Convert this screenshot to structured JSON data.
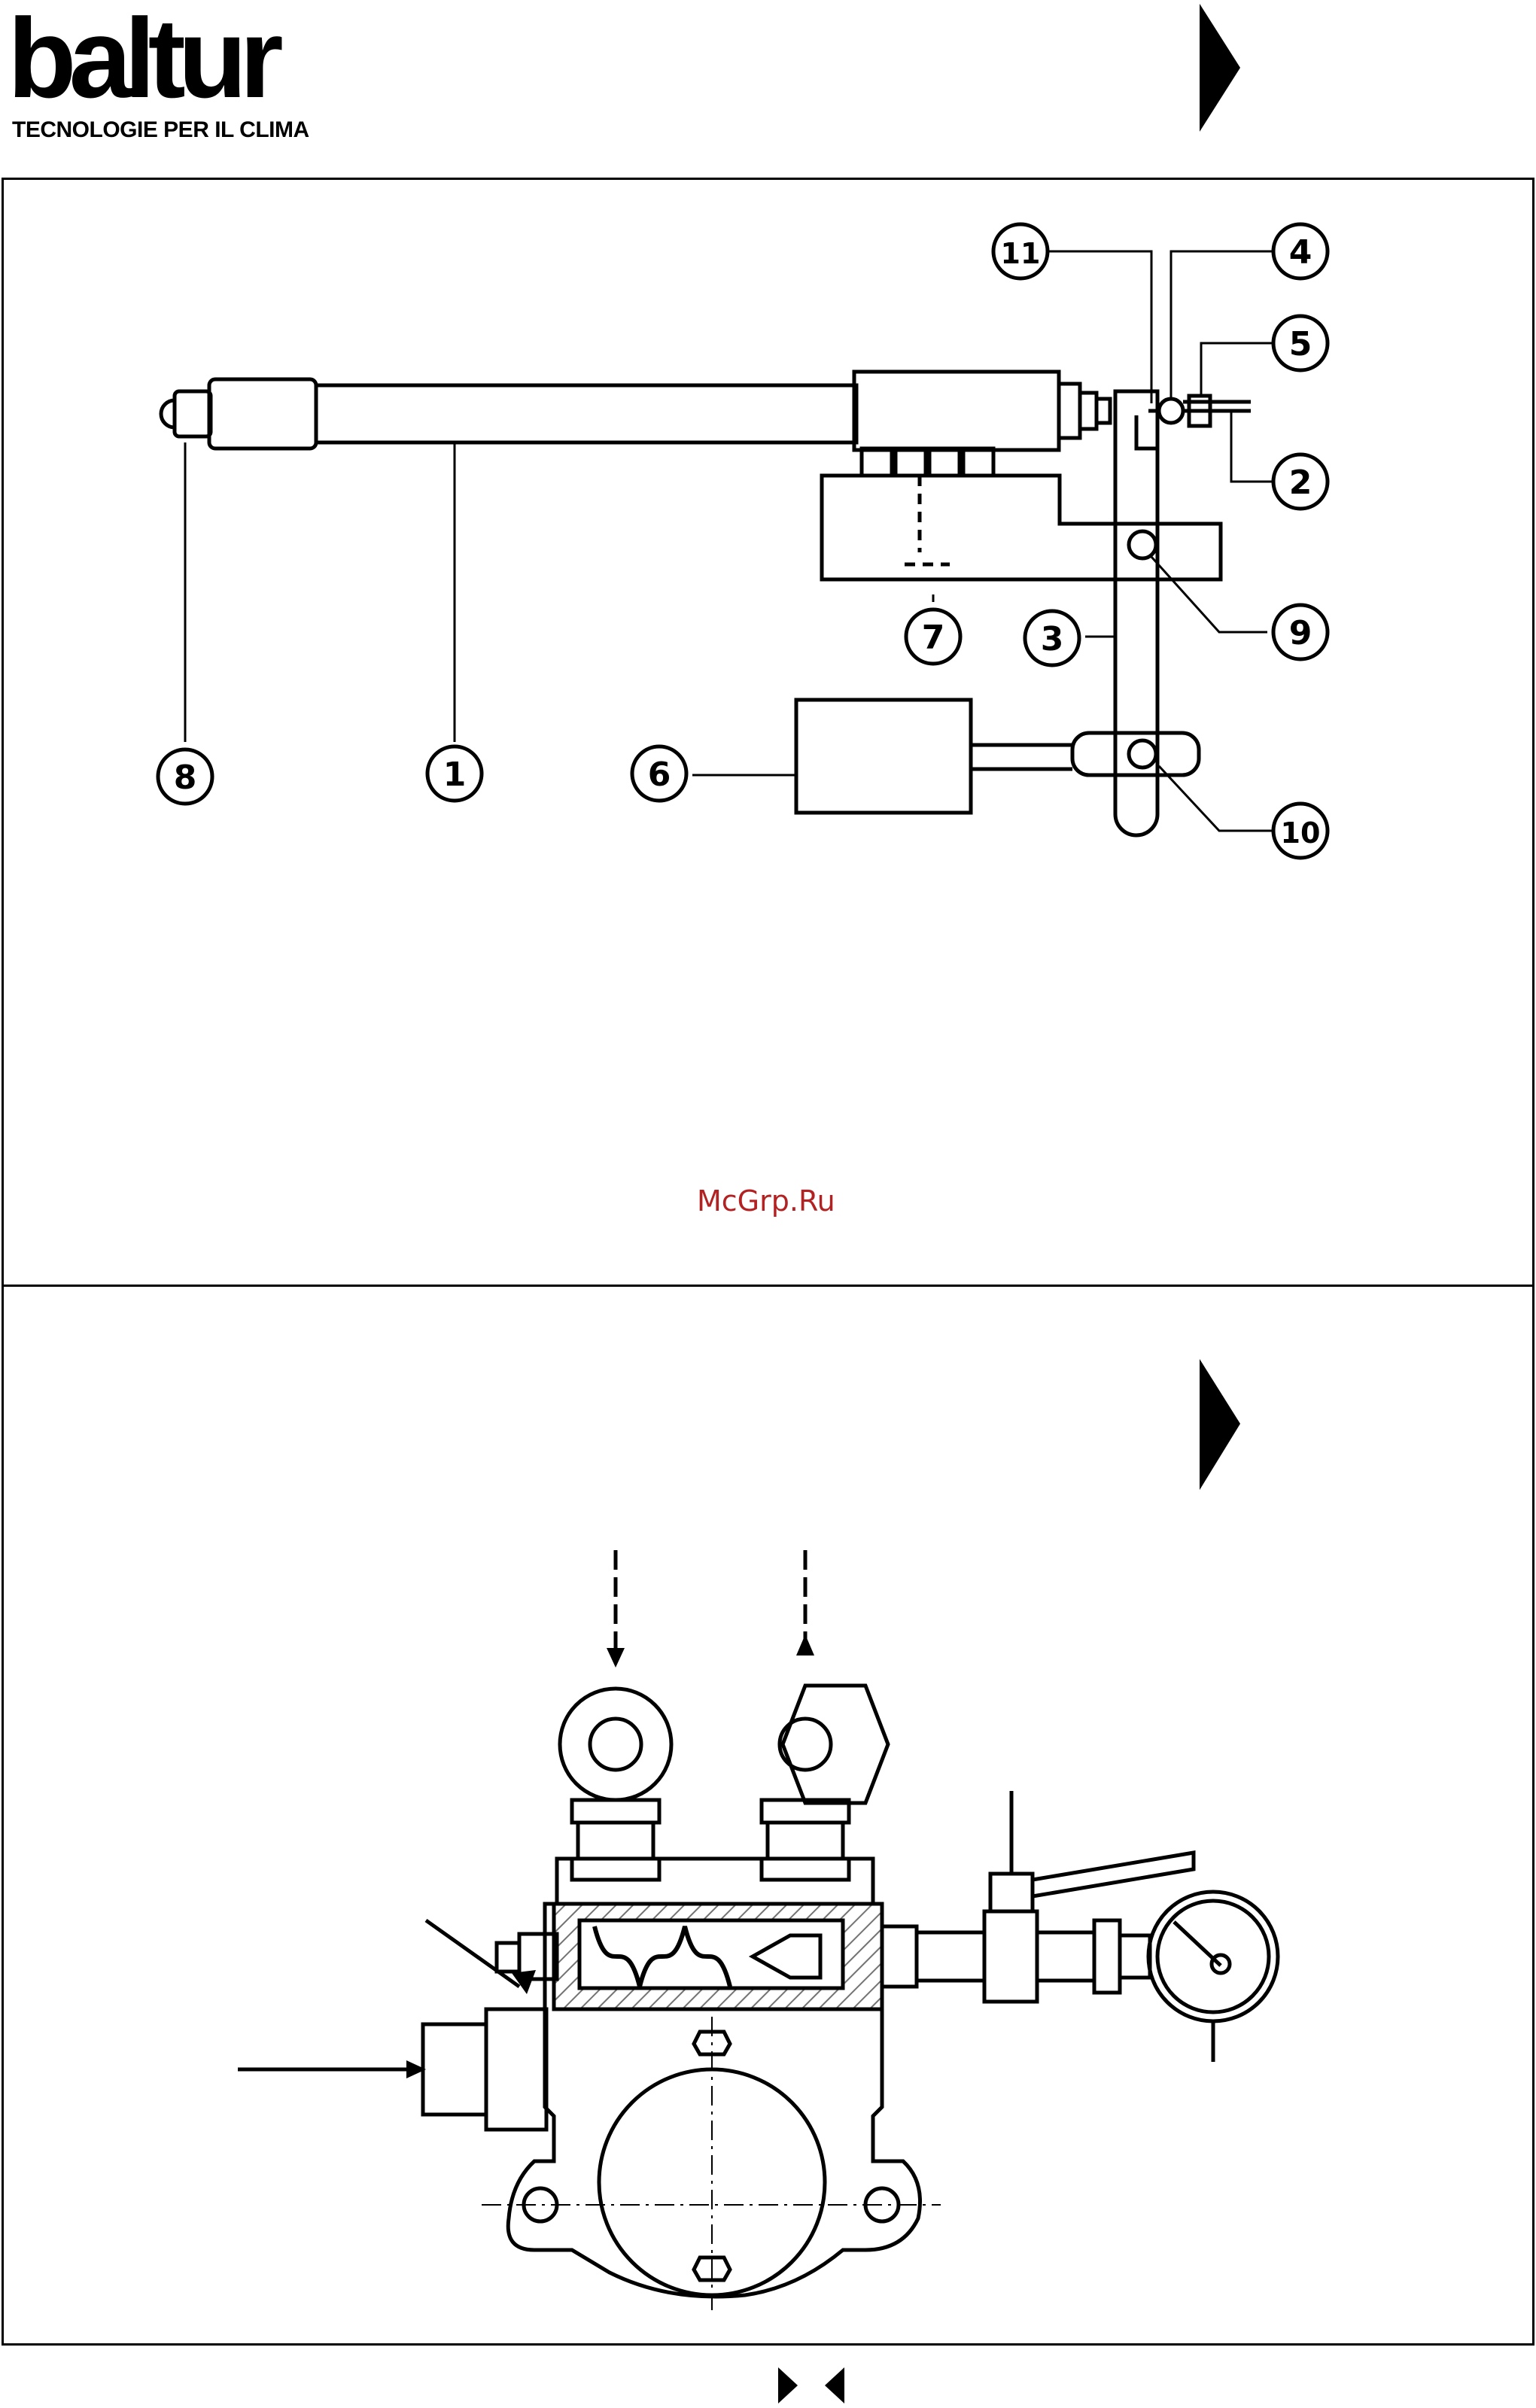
{
  "header": {
    "brand": "baltur",
    "tagline": "TECNOLOGIE PER IL CLIMA"
  },
  "figure1": {
    "callouts": [
      "1",
      "2",
      "3",
      "4",
      "5",
      "6",
      "7",
      "8",
      "9",
      "10",
      "11"
    ]
  },
  "watermark": "McGrp.Ru",
  "colors": {
    "ink": "#000000",
    "watermark": "#b22222",
    "background": "#ffffff"
  },
  "icons": {
    "section_marker": "right-triangle-icon",
    "nav_next": "triangle-right-icon",
    "nav_prev": "triangle-left-icon"
  }
}
